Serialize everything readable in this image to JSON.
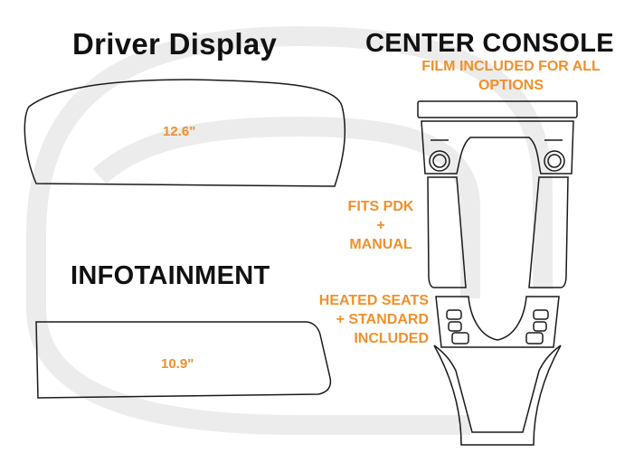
{
  "driver_display": {
    "title": "Driver Display",
    "size": "12.6\""
  },
  "infotainment": {
    "title": "INFOTAINMENT",
    "size": "10.9\""
  },
  "center_console": {
    "title": "CENTER CONSOLE",
    "film_note_line1": "FILM INCLUDED FOR ALL",
    "film_note_line2": "OPTIONS",
    "fits_line1": "FITS PDK",
    "fits_line2": "+",
    "fits_line3": "MANUAL",
    "heated_line1": "HEATED SEATS",
    "heated_line2": "+ STANDARD",
    "heated_line3": "INCLUDED"
  },
  "colors": {
    "accent": "#f0902a",
    "outline": "#1a1a1a",
    "watermark": "#e9e9e9",
    "text": "#111111"
  }
}
